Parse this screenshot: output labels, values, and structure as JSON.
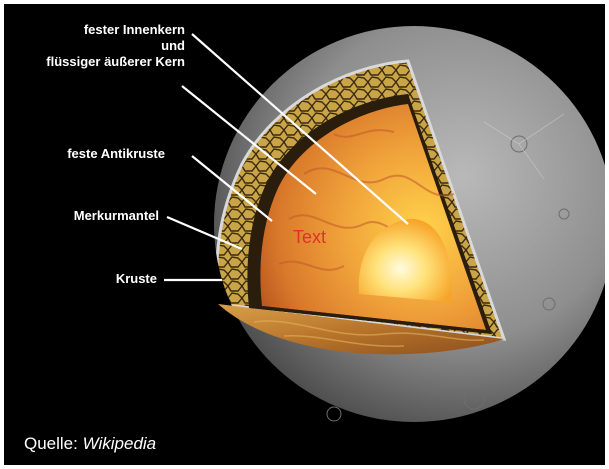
{
  "labels": {
    "core_line1": "fester Innenkern",
    "core_line2": "und",
    "core_line3": "flüssiger äußerer Kern",
    "anticrust": "feste Antikruste",
    "mantle": "Merkurmantel",
    "crust": "Kruste"
  },
  "overlay_text": "Text",
  "source": {
    "prefix": "Quelle: ",
    "name": "Wikipedia"
  },
  "colors": {
    "background": "#000000",
    "label_text": "#ffffff",
    "overlay_text": "#e0312b",
    "planet_surface": "#8c8c8c",
    "core_glow": "#fff2a0",
    "mantle": "#c99a3a"
  }
}
